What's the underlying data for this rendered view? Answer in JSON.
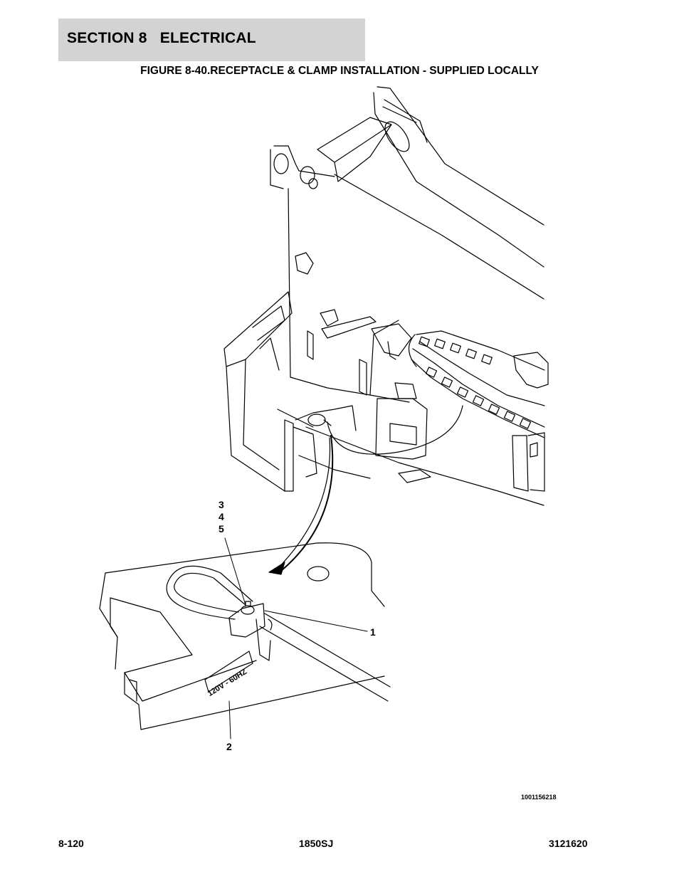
{
  "section": {
    "title": "SECTION 8   ELECTRICAL"
  },
  "figure": {
    "title": "FIGURE 8-40.RECEPTACLE & CLAMP INSTALLATION - SUPPLIED LOCALLY"
  },
  "drawing": {
    "decal_text": "120V - 60HZ",
    "callouts": {
      "c345": [
        "3",
        "4",
        "5"
      ],
      "c1": "1",
      "c2": "2"
    },
    "drawing_id": "1001156218"
  },
  "footer": {
    "page": "8-120",
    "model": "1850SJ",
    "doc_number": "3121620"
  }
}
